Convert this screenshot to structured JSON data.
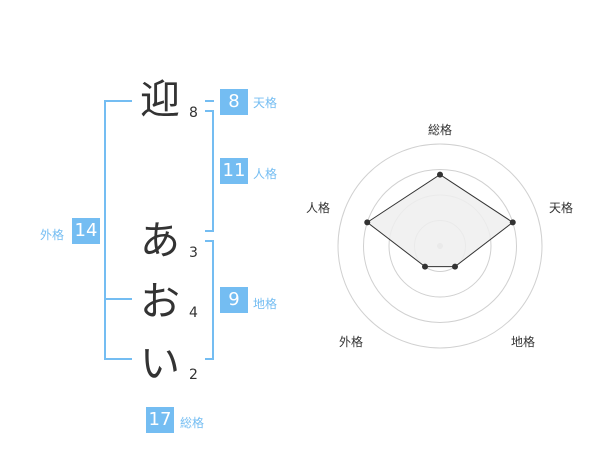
{
  "name_chars": [
    {
      "char": "迎",
      "strokes": "8"
    },
    {
      "char": "あ",
      "strokes": "3"
    },
    {
      "char": "お",
      "strokes": "4"
    },
    {
      "char": "い",
      "strokes": "2"
    }
  ],
  "kakusu": {
    "tenkaku": {
      "label": "天格",
      "value": "8"
    },
    "jinkaku": {
      "label": "人格",
      "value": "11"
    },
    "chikaku": {
      "label": "地格",
      "value": "9"
    },
    "gaikaku": {
      "label": "外格",
      "value": "14"
    },
    "soukaku": {
      "label": "総格",
      "value": "17"
    }
  },
  "colors": {
    "accent": "#74bdf2",
    "text": "#333333",
    "grid": "#d0d0d0",
    "fill": "#eeeeee"
  },
  "chart_data": {
    "type": "radar",
    "axes": [
      "総格",
      "天格",
      "地格",
      "外格",
      "人格"
    ],
    "values": [
      0.7,
      0.75,
      0.25,
      0.25,
      0.75
    ],
    "range": [
      0,
      1
    ],
    "rings": 4
  }
}
